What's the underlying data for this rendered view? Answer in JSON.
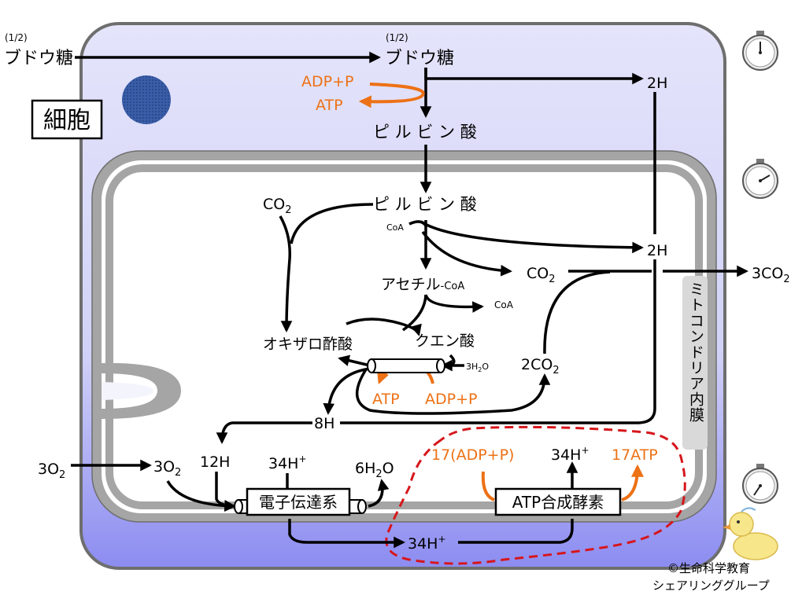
{
  "cell_label": "細胞",
  "glucose_half_outside": "(1/2)",
  "glucose_outside": "ブドウ糖",
  "glucose_half_inside": "(1/2)",
  "glucose_inside": "ブドウ糖",
  "adp_p_glycolysis": "ADP+P",
  "atp_glycolysis": "ATP",
  "two_h_top": "2H",
  "pyruvate_cytoplasm": "ピ ル ビ ン 酸",
  "pyruvate_mito": "ピ ル ビ ン 酸",
  "co2_left": "CO",
  "co2_left_sub": "2",
  "coa_in": "CoA",
  "two_h_mito": "2H",
  "co2_mid": "CO",
  "co2_mid_sub": "2",
  "three_co2_out": "3CO",
  "three_co2_out_sub": "2",
  "acetyl_coa": "アセチル",
  "acetyl_coa_suffix": "-CoA",
  "coa_out": "CoA",
  "oxaloacetate": "オキザロ酢酸",
  "citrate": "クエン酸",
  "three_h2o": "3H",
  "three_h2o_sub": "2",
  "three_h2o_o": "O",
  "two_co2": "2CO",
  "two_co2_sub": "2",
  "atp_cycle": "ATP",
  "adp_p_cycle": "ADP+P",
  "eight_h": "8H",
  "membrane_label": "ミトコンドリア内膜",
  "three_o2_outside": "3O",
  "three_o2_outside_sub": "2",
  "three_o2_inside": "3O",
  "three_o2_inside_sub": "2",
  "twelve_h": "12H",
  "h_plus_34_a": "34H",
  "h_plus_sup": "+",
  "six_h2o": "6H",
  "six_h2o_sub": "2",
  "six_h2o_o": "O",
  "etc_label": "電子伝達系",
  "adp_p_17": "17(ADP+P)",
  "h_plus_34_b": "34H",
  "atp_17": "17ATP",
  "atp_synthase_label": "ATP合成酵素",
  "h_plus_34_bottom": "34H",
  "copyright": "©生命科学教育",
  "copyright2": "シェアリンググループ",
  "colors": {
    "cell_fill_top": "#E4E4FB",
    "cell_fill_bottom": "#8B8BF0",
    "cell_border": "#6E6E6E",
    "membrane_gray": "#A5A5A5",
    "matrix_white": "#FFFFFF",
    "orange": "#ED7115",
    "red_dashed": "#D6161B",
    "nucleus": "#2F4F9A"
  },
  "icons": [
    "stopwatch-icon",
    "stopwatch-icon",
    "stopwatch-icon",
    "duck-mascot-icon"
  ]
}
